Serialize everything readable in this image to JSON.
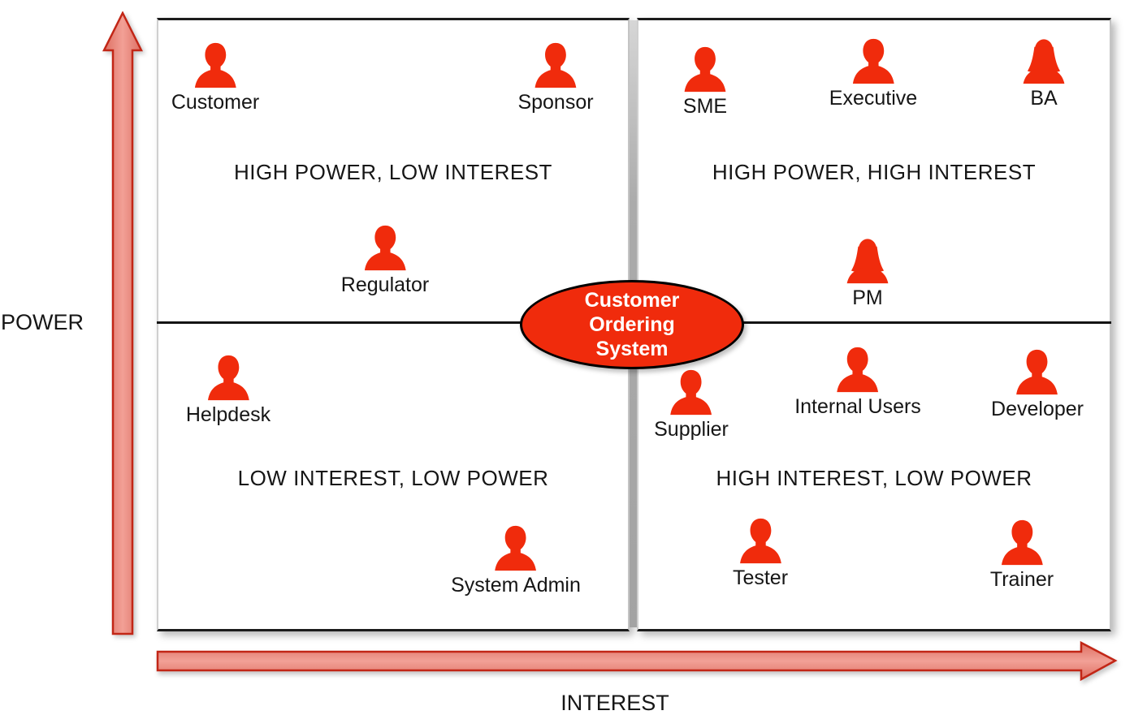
{
  "axes": {
    "y_label": "POWER",
    "x_label": "INTEREST"
  },
  "center_node": {
    "label": "Customer Ordering System"
  },
  "quadrants": [
    {
      "id": "high-power-low-interest",
      "label": "HIGH POWER, LOW INTEREST"
    },
    {
      "id": "high-power-high-interest",
      "label": "HIGH POWER, HIGH INTEREST"
    },
    {
      "id": "low-interest-low-power",
      "label": "LOW INTEREST, LOW POWER"
    },
    {
      "id": "high-interest-low-power",
      "label": "HIGH INTEREST, LOW POWER"
    }
  ],
  "stakeholders": [
    {
      "name": "Customer",
      "quadrant": "high-power-low-interest",
      "icon": "person-icon"
    },
    {
      "name": "Sponsor",
      "quadrant": "high-power-low-interest",
      "icon": "person-icon"
    },
    {
      "name": "Regulator",
      "quadrant": "high-power-low-interest",
      "icon": "person-icon"
    },
    {
      "name": "SME",
      "quadrant": "high-power-high-interest",
      "icon": "person-icon"
    },
    {
      "name": "Executive",
      "quadrant": "high-power-high-interest",
      "icon": "person-icon"
    },
    {
      "name": "BA",
      "quadrant": "high-power-high-interest",
      "icon": "person-female-icon"
    },
    {
      "name": "PM",
      "quadrant": "high-power-high-interest",
      "icon": "person-female-icon"
    },
    {
      "name": "Helpdesk",
      "quadrant": "low-interest-low-power",
      "icon": "person-icon"
    },
    {
      "name": "System Admin",
      "quadrant": "low-interest-low-power",
      "icon": "person-icon"
    },
    {
      "name": "Supplier",
      "quadrant": "high-interest-low-power",
      "icon": "person-icon"
    },
    {
      "name": "Internal Users",
      "quadrant": "high-interest-low-power",
      "icon": "person-icon"
    },
    {
      "name": "Developer",
      "quadrant": "high-interest-low-power",
      "icon": "person-icon"
    },
    {
      "name": "Tester",
      "quadrant": "high-interest-low-power",
      "icon": "person-icon"
    },
    {
      "name": "Trainer",
      "quadrant": "high-interest-low-power",
      "icon": "person-icon"
    }
  ],
  "colors": {
    "stakeholder_red": "#f02b0c",
    "center_node_fill": "#f02b0c",
    "center_node_text": "#ffffff",
    "arrow_fill_light": "#f2a096",
    "arrow_fill_dark": "#dd6f62",
    "arrow_border": "#c22616",
    "line_black": "#141414"
  }
}
